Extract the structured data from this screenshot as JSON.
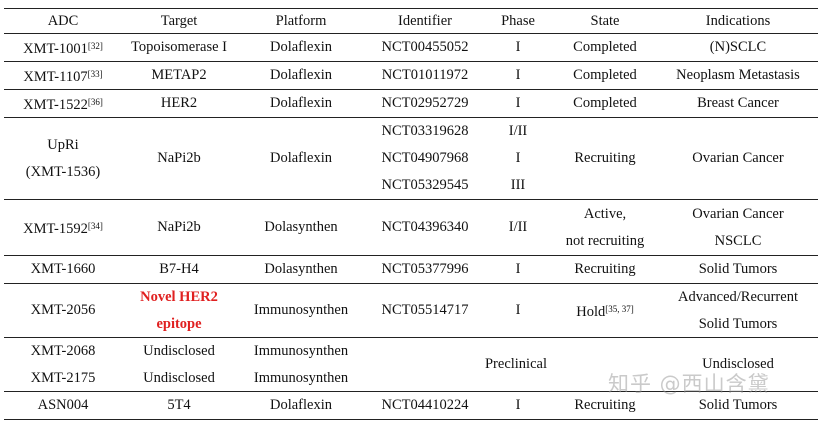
{
  "headers": [
    "ADC",
    "Target",
    "Platform",
    "Identifier",
    "Phase",
    "State",
    "Indications"
  ],
  "rows": {
    "r1": {
      "adc": "XMT-1001",
      "ref": "[32]",
      "target": "Topoisomerase I",
      "platform": "Dolaflexin",
      "id": "NCT00455052",
      "phase": "I",
      "state": "Completed",
      "ind": "(N)SCLC"
    },
    "r2": {
      "adc": "XMT-1107",
      "ref": "[33]",
      "target": "METAP2",
      "platform": "Dolaflexin",
      "id": "NCT01011972",
      "phase": "I",
      "state": "Completed",
      "ind": "Neoplasm Metastasis"
    },
    "r3": {
      "adc": "XMT-1522",
      "ref": "[36]",
      "target": "HER2",
      "platform": "Dolaflexin",
      "id": "NCT02952729",
      "phase": "I",
      "state": "Completed",
      "ind": "Breast Cancer"
    },
    "r4": {
      "adc1": "UpRi",
      "adc2": "(XMT-1536)",
      "target": "NaPi2b",
      "platform": "Dolaflexin",
      "ids": [
        "NCT03319628",
        "NCT04907968",
        "NCT05329545"
      ],
      "phases": [
        "I/II",
        "I",
        "III"
      ],
      "state": "Recruiting",
      "ind": "Ovarian Cancer"
    },
    "r5": {
      "adc": "XMT-1592",
      "ref": "[34]",
      "target": "NaPi2b",
      "platform": "Dolasynthen",
      "id": "NCT04396340",
      "phase": "I/II",
      "state1": "Active,",
      "state2": "not recruiting",
      "ind1": "Ovarian Cancer",
      "ind2": "NSCLC"
    },
    "r6": {
      "adc": "XMT-1660",
      "target": "B7-H4",
      "platform": "Dolasynthen",
      "id": "NCT05377996",
      "phase": "I",
      "state": "Recruiting",
      "ind": "Solid Tumors"
    },
    "r7": {
      "adc": "XMT-2056",
      "target1": "Novel HER2",
      "target2": "epitope",
      "platform": "Immunosynthen",
      "id": "NCT05514717",
      "phase": "I",
      "state": "Hold",
      "state_ref": "[35, 37]",
      "ind1": "Advanced/Recurrent",
      "ind2": "Solid Tumors"
    },
    "r8": {
      "adc1": "XMT-2068",
      "adc2": "XMT-2175",
      "target1": "Undisclosed",
      "target2": "Undisclosed",
      "platform1": "Immunosynthen",
      "platform2": "Immunosynthen",
      "stage": "Preclinical",
      "ind": "Undisclosed"
    },
    "r9": {
      "adc": "ASN004",
      "target": "5T4",
      "platform": "Dolaflexin",
      "id": "NCT04410224",
      "phase": "I",
      "state": "Recruiting",
      "ind": "Solid Tumors"
    }
  },
  "watermark": "知乎 @西山含黛",
  "colors": {
    "highlight": "#e02020"
  }
}
